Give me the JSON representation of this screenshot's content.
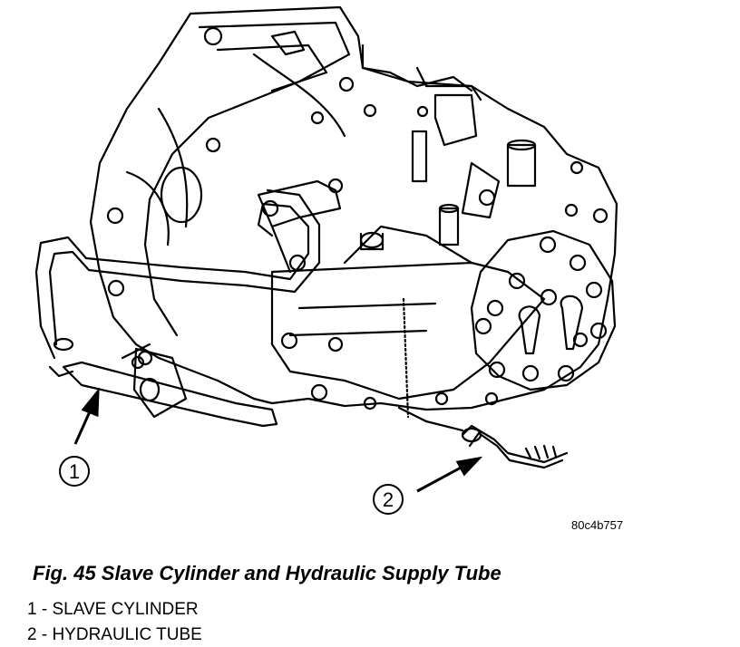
{
  "figure": {
    "image_code": "80c4b757",
    "caption": "Fig. 45 Slave Cylinder and Hydraulic Supply Tube",
    "callouts": [
      {
        "number": "1"
      },
      {
        "number": "2"
      }
    ],
    "legend": [
      {
        "text": "1 - SLAVE CYLINDER"
      },
      {
        "text": "2 - HYDRAULIC TUBE"
      }
    ]
  }
}
